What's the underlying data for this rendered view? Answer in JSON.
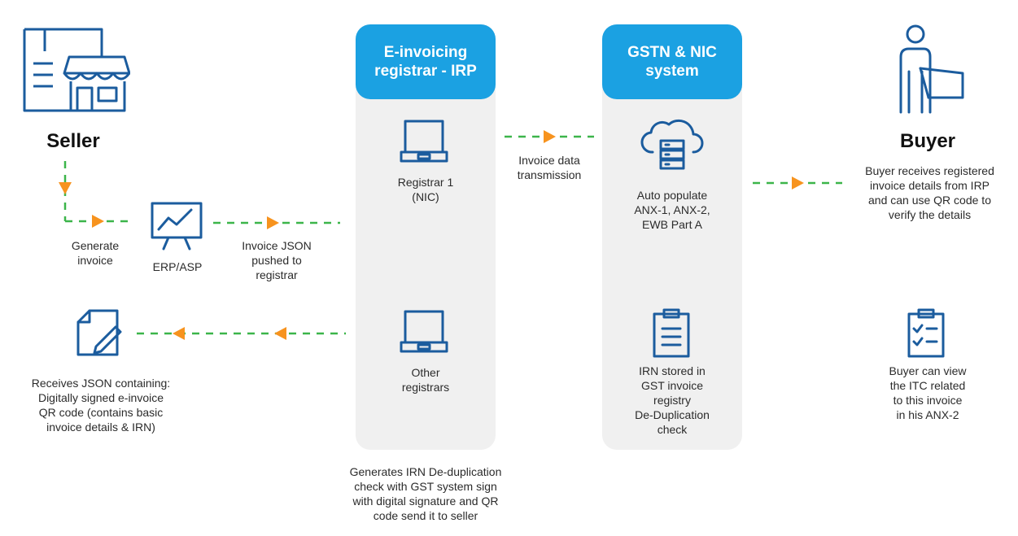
{
  "colors": {
    "icon": "#1b5c9e",
    "header": "#1ba1e2",
    "panel": "#f0f0f0",
    "dash": "#3cb54a",
    "arrow": "#f7931e"
  },
  "seller": {
    "title": "Seller"
  },
  "buyer": {
    "title": "Buyer",
    "description": [
      "Buyer receives registered",
      "invoice details from IRP",
      "and can use QR code to",
      "verify the details"
    ]
  },
  "steps": {
    "generate_invoice": [
      "Generate",
      "invoice"
    ],
    "erp_asp": "ERP/ASP",
    "invoice_json_pushed": [
      "Invoice JSON",
      "pushed to",
      "registrar"
    ],
    "receives_json": [
      "Receives JSON containing:",
      "Digitally signed e-invoice",
      "QR code (contains basic",
      "invoice details & IRN)"
    ],
    "invoice_data_transmission": [
      "Invoice data",
      "transmission"
    ],
    "buyer_itc": [
      "Buyer can view",
      "the ITC related",
      "to this invoice",
      "in his ANX-2"
    ]
  },
  "irp_panel": {
    "header": [
      "E-invoicing",
      "registrar - IRP"
    ],
    "registrar1": [
      "Registrar 1",
      "(NIC)"
    ],
    "other_registrars": [
      "Other",
      "registrars"
    ],
    "footer": [
      "Generates IRN De-duplication",
      "check with GST system sign",
      "with digital signature and QR",
      "code send it to seller"
    ]
  },
  "gstn_panel": {
    "header": [
      "GSTN & NIC",
      "system"
    ],
    "auto_populate": [
      "Auto populate",
      "ANX-1, ANX-2,",
      "EWB Part A"
    ],
    "irn_stored": [
      "IRN stored in",
      "GST invoice",
      "registry",
      "De-Duplication",
      "check"
    ]
  },
  "icons": [
    "seller-store-icon",
    "buyer-cart-icon",
    "erp-chart-icon",
    "laptop-icon",
    "cloud-server-icon",
    "clipboard-icon",
    "document-edit-icon",
    "checklist-icon"
  ]
}
